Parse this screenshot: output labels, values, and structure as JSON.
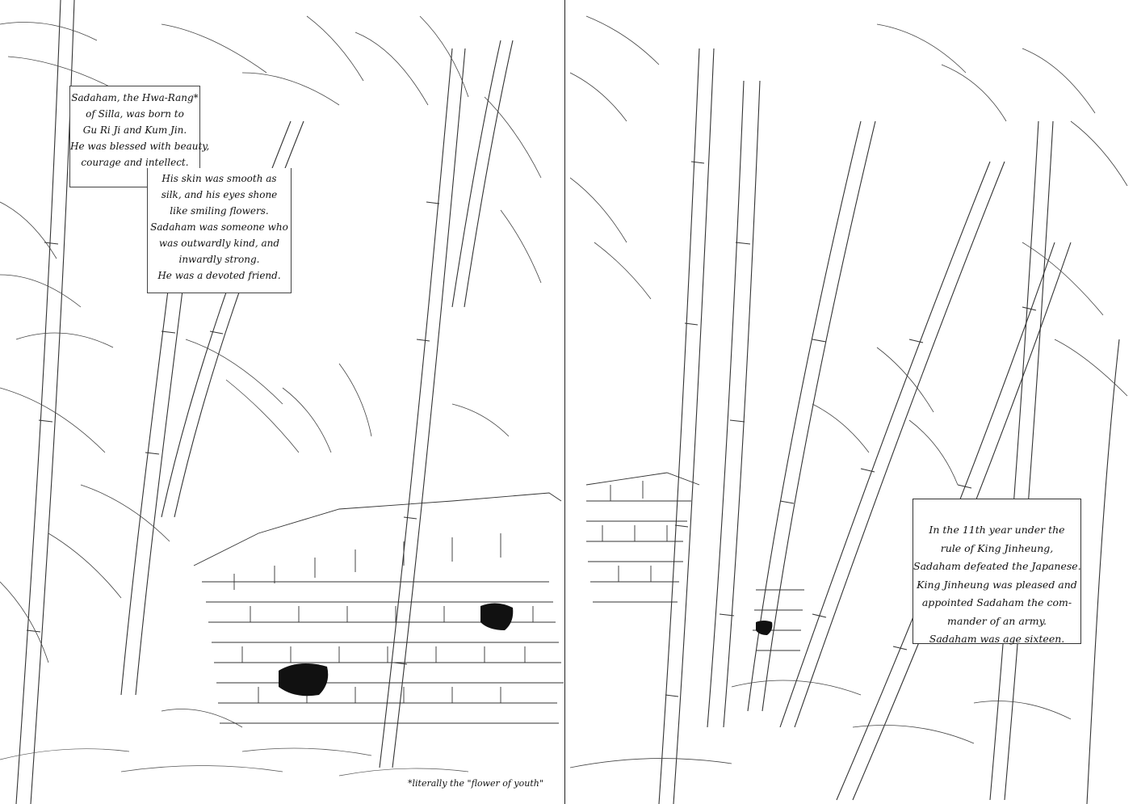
{
  "captions": {
    "intro": [
      "Sadaham, the Hwa-Rang*",
      "of Silla, was born to",
      "Gu Ri Ji and Kum Jin.",
      "He was blessed with beauty,",
      "courage and intellect."
    ],
    "description": [
      "His skin was smooth as",
      "silk, and his eyes shone",
      "like smiling flowers.",
      "Sadaham was someone who",
      "was outwardly kind, and",
      "inwardly strong.",
      "He was a devoted friend."
    ],
    "history": [
      "In the 11th year under the",
      "rule of King Jinheung,",
      "Sadaham defeated the Japanese.",
      "King Jinheung was pleased and",
      "appointed Sadaham the com-",
      "mander of an army.",
      "Sadaham was age sixteen."
    ]
  },
  "footnote": "*literally the \"flower of youth\""
}
